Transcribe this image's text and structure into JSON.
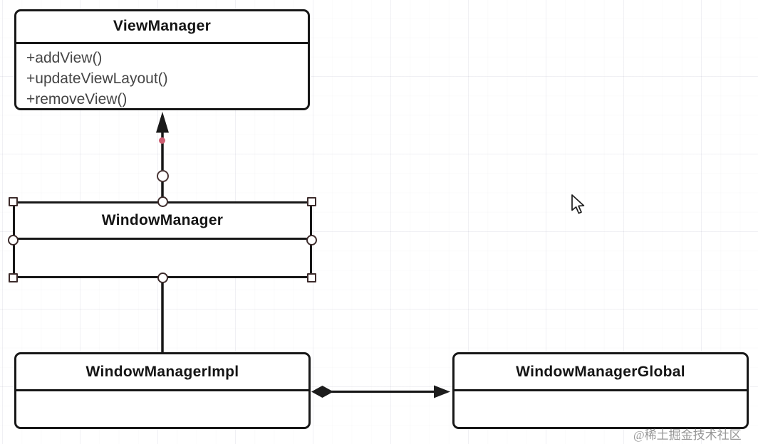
{
  "diagram": {
    "type": "uml-class-diagram",
    "classes": [
      {
        "name": "ViewManager",
        "methods": [
          "+addView()",
          "+updateViewLayout()",
          "+removeView()"
        ]
      },
      {
        "name": "WindowManager",
        "methods": [],
        "selected": true
      },
      {
        "name": "WindowManagerImpl",
        "methods": []
      },
      {
        "name": "WindowManagerGlobal",
        "methods": []
      }
    ],
    "relationships": [
      {
        "from": "WindowManager",
        "to": "ViewManager",
        "type": "inheritance",
        "arrowhead": "filled-triangle-up"
      },
      {
        "from": "WindowManager",
        "to": "WindowManagerImpl",
        "type": "association",
        "arrowhead": "none"
      },
      {
        "from": "WindowManagerImpl",
        "to": "WindowManagerGlobal",
        "type": "composition",
        "arrowhead": "filled-diamond-to-filled-arrow-right"
      }
    ]
  },
  "watermark": {
    "text": "@稀土掘金技术社区"
  },
  "colors": {
    "stroke": "#171717",
    "selection_handle_border": "#3c2b2b",
    "waypoint_dot": "#cd5e72",
    "grid_line": "#ededf2",
    "watermark_text": "#808080",
    "background": "#ffffff"
  },
  "icons": {
    "cursor": "arrow-pointer"
  }
}
